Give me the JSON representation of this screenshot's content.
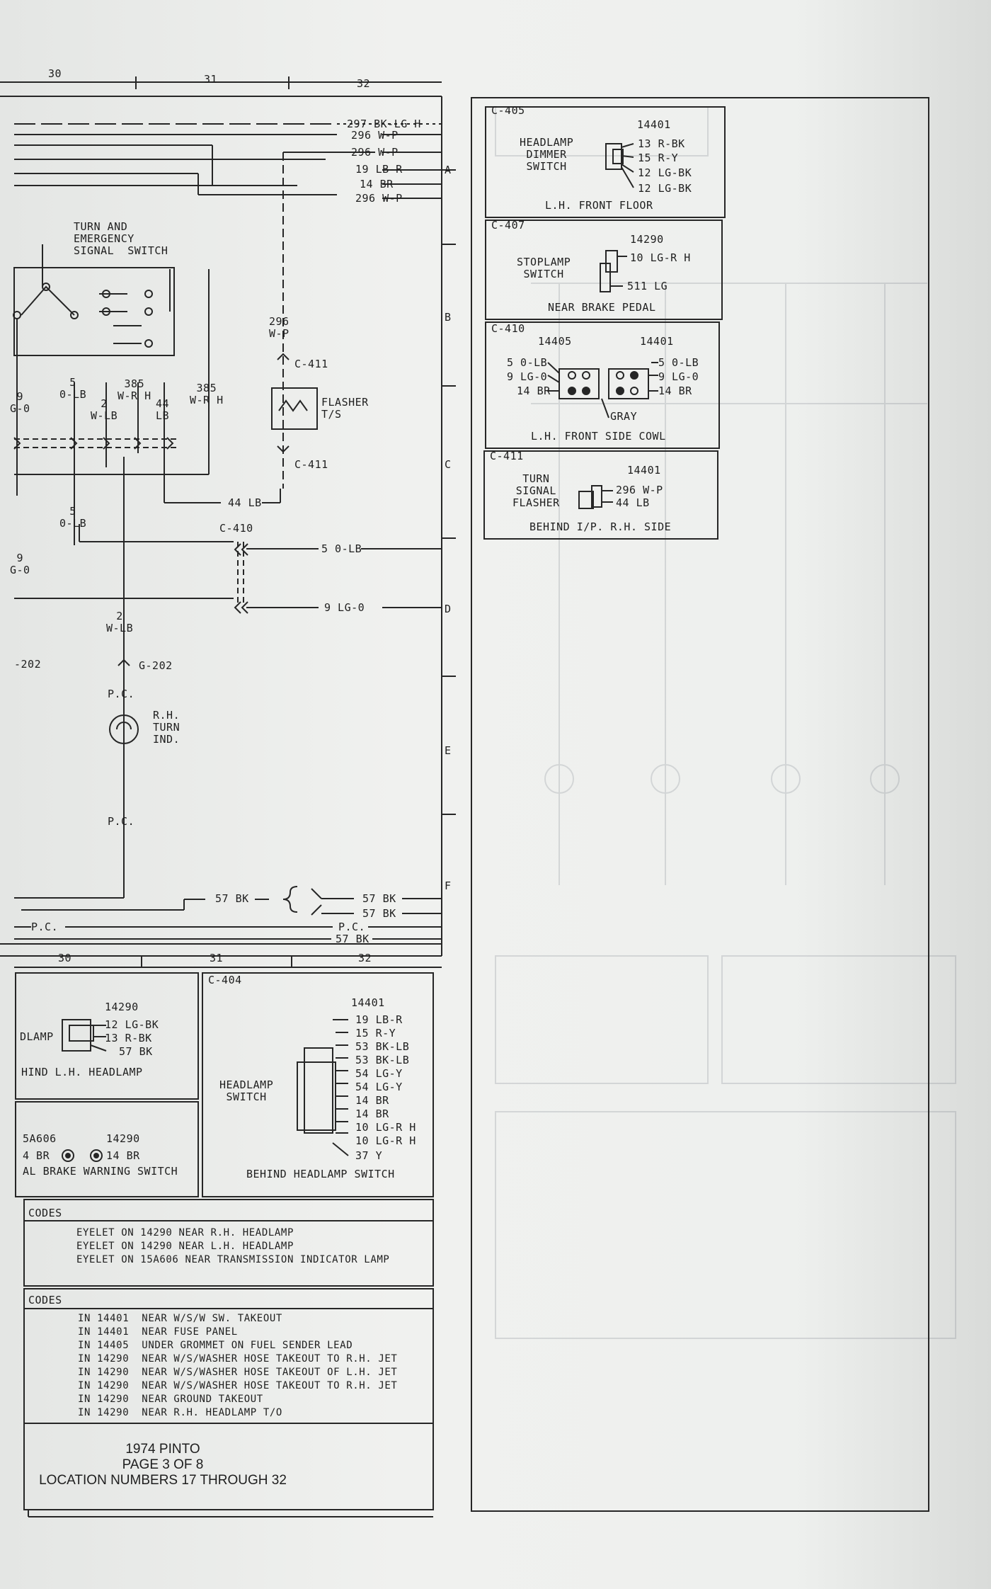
{
  "grid": {
    "top": [
      "30",
      "31",
      "32"
    ],
    "bottom": [
      "30",
      "31",
      "32"
    ],
    "rows": [
      "A",
      "B",
      "C",
      "D",
      "E",
      "F"
    ]
  },
  "wires_top": [
    "297 BK-LG H",
    "296 W-P",
    "296 W-P",
    "19 LB-R",
    "14 BR",
    "296 W-P"
  ],
  "turn_switch": {
    "title": "TURN AND\nEMERGENCY\nSIGNAL  SWITCH",
    "wires": {
      "w1": "9\nG-0",
      "w2": "5\n0-LB",
      "w3": "2\nW-LB",
      "w4": "385\nW-R H",
      "w5": "44\nLB",
      "w6": "385\nW-R H"
    }
  },
  "flasher": {
    "wire": "296\nW-P",
    "conn_top": "C-411",
    "label": "FLASHER\nT/S",
    "conn_bottom": "C-411",
    "out": "44 LB"
  },
  "mid": {
    "w1": "5\n0-LB",
    "conn": "C-410",
    "w2": "5 0-LB",
    "w3": "9\nG-0",
    "w4": "9 LG-0",
    "w5": "2\nW-LB",
    "g202_left": "-202",
    "g202": "G-202",
    "pc1": "P.C.",
    "lamp": "R.H.\nTURN\nIND.",
    "pc2": "P.C.",
    "bk1": "57 BK",
    "bk2": "57 BK",
    "bk3": "57 BK",
    "pc3": "P.C.",
    "pc4": "P.C.",
    "bk4": "57 BK"
  },
  "c405": {
    "id": "C-405",
    "part": "14401",
    "name": "HEADLAMP\nDIMMER\nSWITCH",
    "wires": [
      "13 R-BK",
      "15 R-Y",
      "12 LG-BK",
      "12 LG-BK"
    ],
    "location": "L.H. FRONT FLOOR"
  },
  "c407": {
    "id": "C-407",
    "part": "14290",
    "name": "STOPLAMP\nSWITCH",
    "wires": [
      "10 LG-R H",
      "511 LG"
    ],
    "location": "NEAR BRAKE PEDAL"
  },
  "c410": {
    "id": "C-410",
    "part_l": "14405",
    "part_r": "14401",
    "left_wires": [
      "5 0-LB",
      "9 LG-0",
      "14 BR"
    ],
    "right_wires": [
      "5 0-LB",
      "9 LG-0",
      "14 BR"
    ],
    "gray": "GRAY",
    "location": "L.H. FRONT SIDE COWL"
  },
  "c411": {
    "id": "C-411",
    "part": "14401",
    "name": "TURN\nSIGNAL\nFLASHER",
    "wires": [
      "296 W-P",
      "44 LB"
    ],
    "location": "BEHIND I/P. R.H. SIDE"
  },
  "headlamp_lh": {
    "part": "14290",
    "name": "DLAMP",
    "wires": [
      "12 LG-BK",
      "13 R-BK",
      "57 BK"
    ],
    "location": "HIND L.H. HEADLAMP"
  },
  "brake_warn": {
    "part_l": "5A606",
    "part_r": "14290",
    "left": "4 BR",
    "right": "14 BR",
    "location": "AL BRAKE WARNING SWITCH"
  },
  "c404": {
    "id": "C-404",
    "part": "14401",
    "name": "HEADLAMP\nSWITCH",
    "wires": [
      "19 LB-R",
      "15 R-Y",
      "53 BK-LB",
      "53 BK-LB",
      "54 LG-Y",
      "54 LG-Y",
      "14 BR",
      "14 BR",
      "10 LG-R H",
      "10 LG-R H",
      "37 Y"
    ],
    "location": "BEHIND HEADLAMP SWITCH"
  },
  "eyelet_codes": {
    "title": "CODES",
    "lines": [
      "EYELET ON 14290 NEAR R.H. HEADLAMP",
      "EYELET ON 14290 NEAR L.H. HEADLAMP",
      "EYELET ON 15A606 NEAR TRANSMISSION INDICATOR LAMP"
    ]
  },
  "splice_codes": {
    "title": "CODES",
    "lines": [
      "IN 14401  NEAR W/S/W SW. TAKEOUT",
      "IN 14401  NEAR FUSE PANEL",
      "IN 14405  UNDER GROMMET ON FUEL SENDER LEAD",
      "IN 14290  NEAR W/S/WASHER HOSE TAKEOUT TO R.H. JET",
      "IN 14290  NEAR W/S/WASHER HOSE TAKEOUT OF L.H. JET",
      "IN 14290  NEAR W/S/WASHER HOSE TAKEOUT TO R.H. JET",
      "IN 14290  NEAR GROUND TAKEOUT",
      "IN 14290  NEAR R.H. HEADLAMP T/O"
    ]
  },
  "footer": {
    "model": "1974 PINTO",
    "page": "PAGE 3 OF 8",
    "locations": "LOCATION NUMBERS 17 THROUGH 32"
  }
}
